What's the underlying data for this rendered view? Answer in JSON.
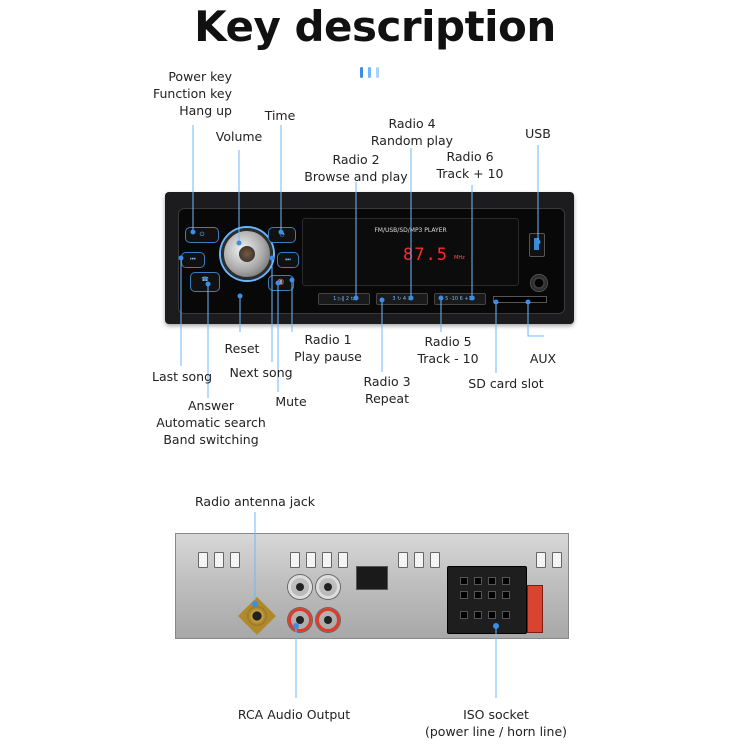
{
  "title": "Key description",
  "colors": {
    "accent": "#3a8ee6",
    "line": "#6fb7ff",
    "display": "#ff2a2a",
    "title": "#111111"
  },
  "front": {
    "screen_brand": "FM/USB/SD/MP3 PLAYER",
    "screen_freq": "87.5",
    "screen_unit": "MHz",
    "labels": {
      "power_1": "Power key",
      "power_2": "Function key",
      "power_3": "Hang up",
      "volume": "Volume",
      "time": "Time",
      "radio2_1": "Radio 2",
      "radio2_2": "Browse and play",
      "radio4_1": "Radio 4",
      "radio4_2": "Random play",
      "radio6_1": "Radio 6",
      "radio6_2": "Track + 10",
      "usb": "USB",
      "reset": "Reset",
      "radio1_1": "Radio 1",
      "radio1_2": "Play pause",
      "radio5_1": "Radio 5",
      "radio5_2": "Track - 10",
      "aux": "AUX",
      "last_song": "Last song",
      "next_song": "Next song",
      "radio3_1": "Radio 3",
      "radio3_2": "Repeat",
      "sd_card": "SD card slot",
      "answer_1": "Answer",
      "answer_2": "Automatic search",
      "answer_3": "Band switching",
      "mute": "Mute"
    }
  },
  "back": {
    "labels": {
      "antenna": "Radio antenna jack",
      "rca": "RCA Audio Output",
      "iso_1": "ISO socket",
      "iso_2": "(power line / horn line)"
    }
  }
}
